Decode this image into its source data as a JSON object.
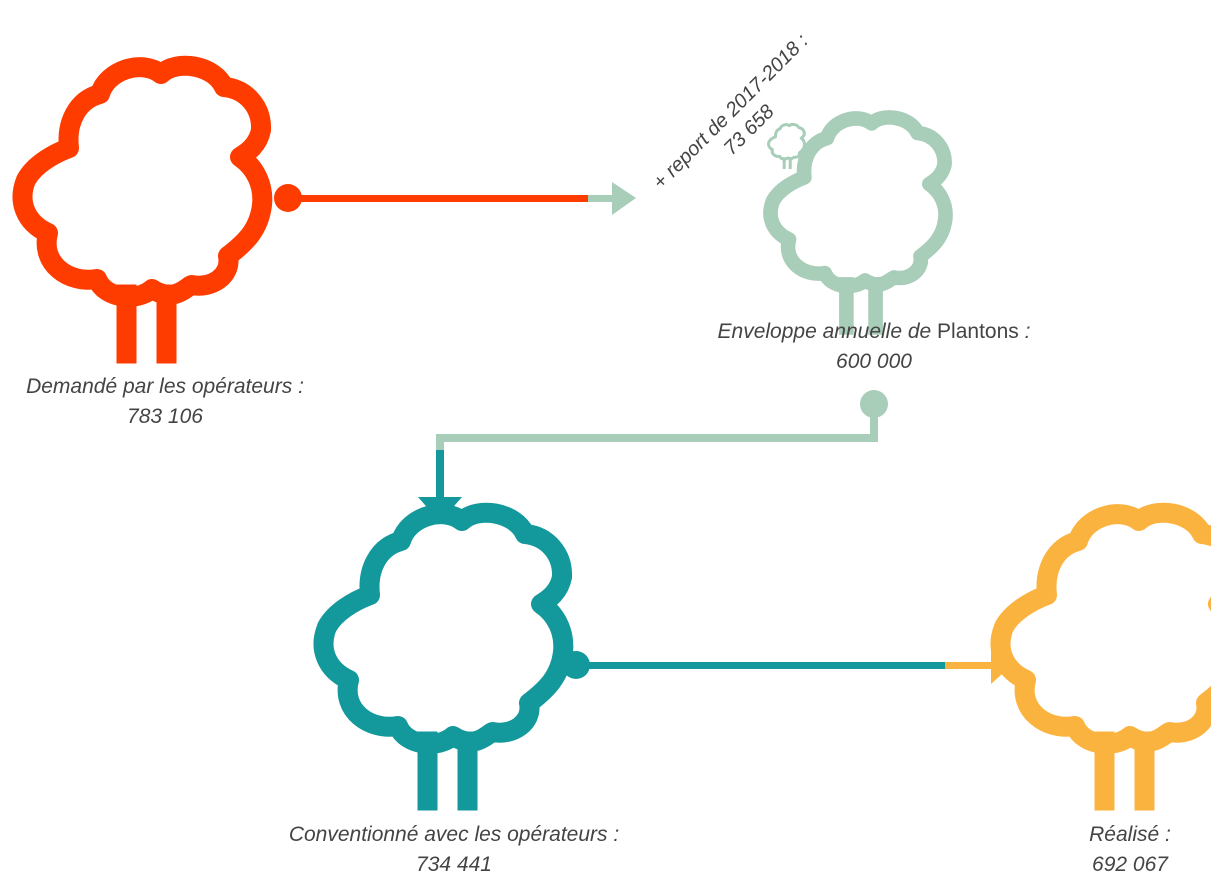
{
  "colors": {
    "requested": "#ff3c00",
    "envelope": "#a8cdb9",
    "agreed": "#13989b",
    "achieved": "#fbb33f"
  },
  "requested": {
    "label": "Demandé par les opérateurs :",
    "value": "783 106",
    "icon": "tree-icon"
  },
  "envelope": {
    "label_prefix": "Enveloppe annuelle de ",
    "label_program": "Plantons",
    "label_suffix": " :",
    "value": "600 000",
    "icon": "tree-icon"
  },
  "carryover": {
    "label": "+ report de 2017-2018 :",
    "value": "73 658",
    "icon": "small-tree-icon"
  },
  "agreed": {
    "label": "Conventionné avec les opérateurs :",
    "value": "734 441",
    "icon": "tree-icon"
  },
  "achieved": {
    "label": "Réalisé :",
    "value": "692 067",
    "icon": "tree-icon"
  }
}
